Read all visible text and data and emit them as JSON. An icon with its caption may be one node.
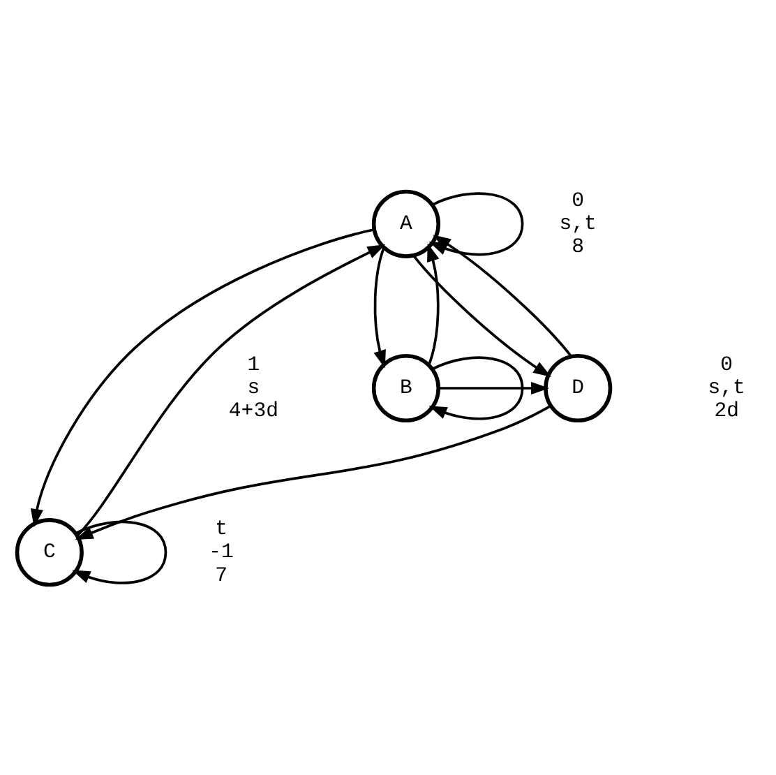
{
  "diagram": {
    "nodes": [
      {
        "text": [
          "A"
        ],
        "beside": [
          "0",
          "s,t",
          "8"
        ]
      },
      {
        "text": [
          "B"
        ],
        "beside": [
          "1",
          "s",
          "4+3d"
        ]
      },
      {
        "text": [
          "C"
        ],
        "beside": [
          "t",
          "-1",
          "7"
        ]
      },
      {
        "text": [
          "D"
        ],
        "beside": [
          "0",
          "s,t",
          "2d"
        ]
      }
    ],
    "edges": [
      {
        "from": 0,
        "to": 0,
        "arrow": "to"
      },
      {
        "from": 1,
        "to": 0,
        "arrow": "to"
      },
      {
        "from": 0,
        "to": 1,
        "arrow": "to"
      },
      {
        "from": 0,
        "to": 2,
        "arrow": "to"
      },
      {
        "from": 2,
        "to": 0,
        "arrow": "to"
      },
      {
        "from": 0,
        "to": 3,
        "arrow": "to"
      },
      {
        "from": 3,
        "to": 0,
        "arrow": "to"
      },
      {
        "from": 1,
        "to": 3,
        "arrow": "to"
      },
      {
        "from": 1,
        "to": 1,
        "arrow": "to"
      },
      {
        "from": 3,
        "to": 2,
        "arrow": "to"
      },
      {
        "from": 2,
        "to": 2,
        "arrow": "to"
      }
    ]
  }
}
